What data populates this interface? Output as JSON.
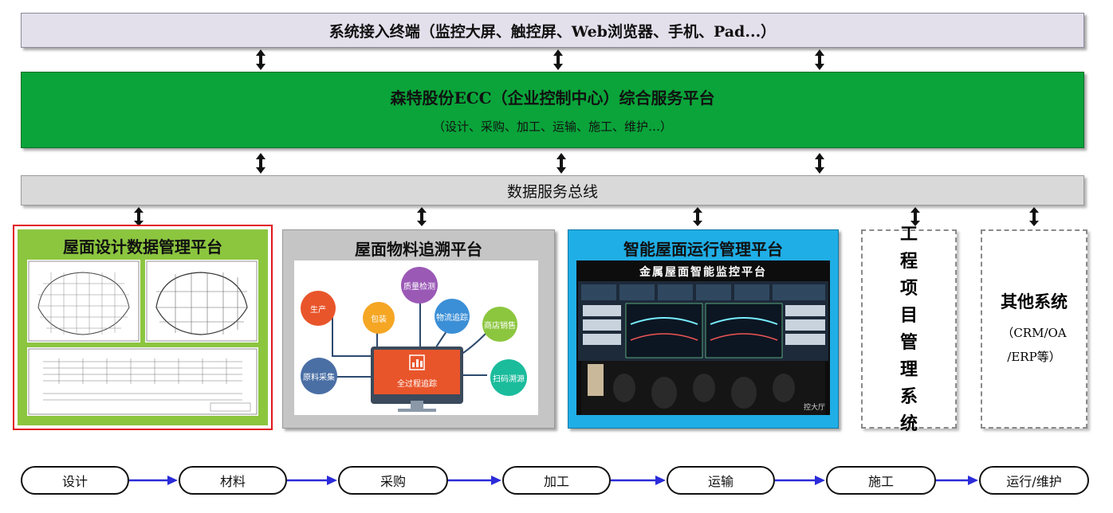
{
  "terminal": {
    "label": "系统接入终端（监控大屏、触控屏、Web浏览器、手机、Pad...）"
  },
  "ecc": {
    "title": "森特股份ECC（企业控制中心）综合服务平台",
    "subtitle": "（设计、采购、加工、运输、施工、维护…）"
  },
  "bus": {
    "label": "数据服务总线"
  },
  "platforms": {
    "design": {
      "title": "屋面设计数据管理平台",
      "icon": "cad-drawings-image"
    },
    "material": {
      "title": "屋面物料追溯平台",
      "center": "全过程追踪",
      "nodes": [
        "生产",
        "包装",
        "质量检测",
        "物流追踪",
        "商店销售",
        "扫码溯源",
        "原料采集"
      ]
    },
    "smart": {
      "title": "智能屋面运行管理平台",
      "screen_title": "金属屋面智能监控平台",
      "caption": "控大厅"
    },
    "project": {
      "title": "工程项目管理系统"
    },
    "other": {
      "title": "其他系统",
      "line1": "（CRM/OA",
      "line2": "/ERP等）"
    }
  },
  "flow": {
    "steps": [
      "设计",
      "材料",
      "采购",
      "加工",
      "运输",
      "施工",
      "运行/维护"
    ]
  },
  "colors": {
    "terminal_bg": "#e3e0ec",
    "ecc_bg": "#0aa43a",
    "bus_bg": "#d9d9d9",
    "design_bg": "#8cc63f",
    "design_border": "#e1161b",
    "material_bg": "#c5c5c5",
    "smart_bg": "#1faee6",
    "flow_arrow": "#2b2bd9"
  }
}
